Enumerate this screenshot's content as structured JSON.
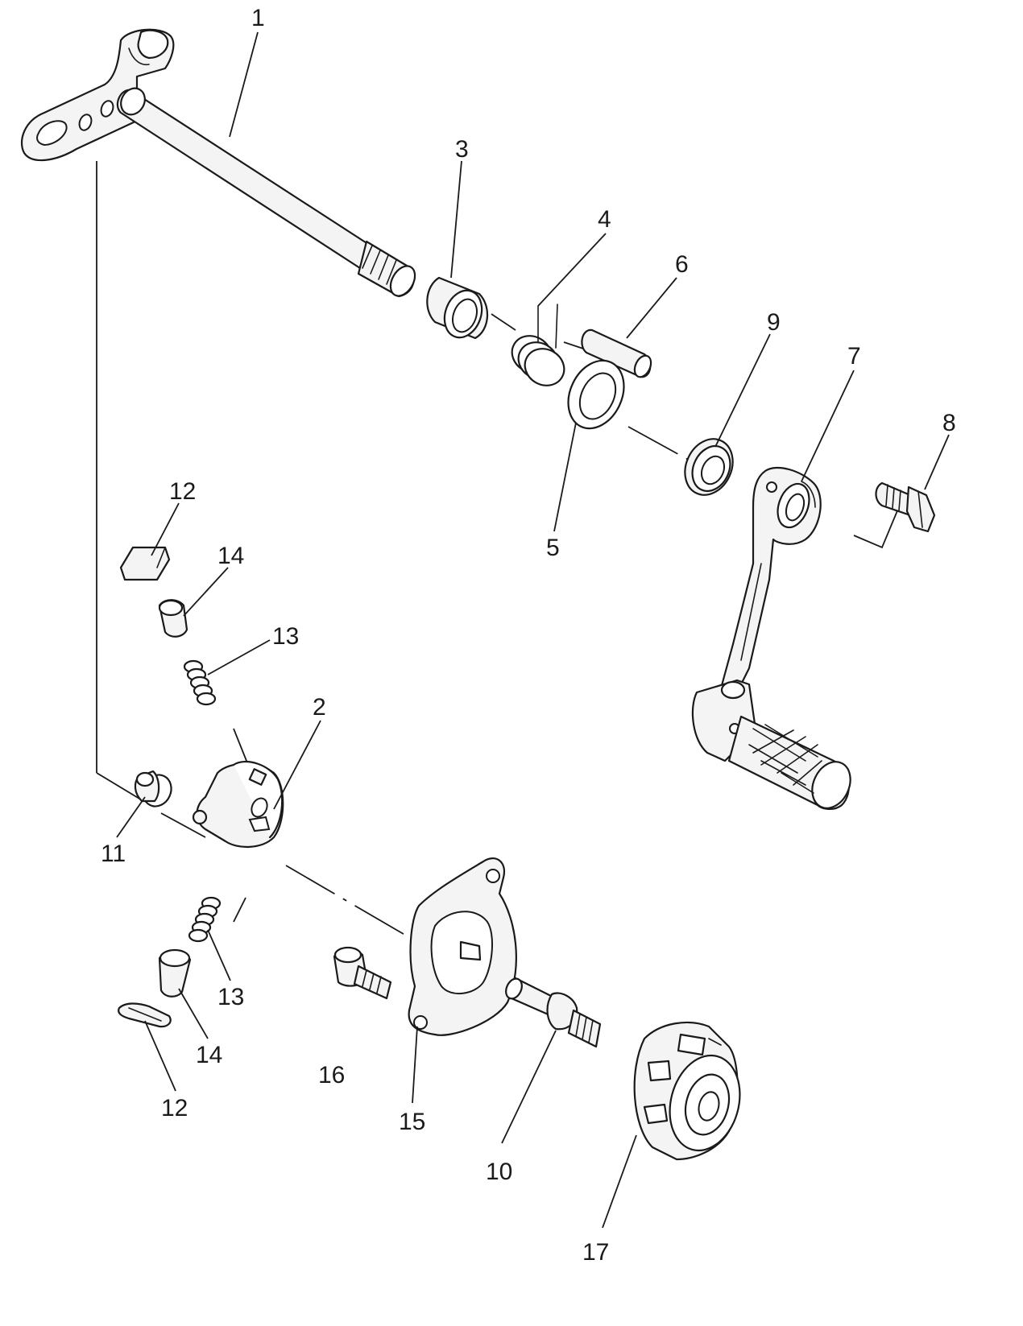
{
  "callouts": {
    "c1": "1",
    "c2": "2",
    "c3": "3",
    "c4": "4",
    "c5": "5",
    "c6": "6",
    "c7": "7",
    "c8": "8",
    "c9": "9",
    "c10": "10",
    "c11": "11",
    "c12a": "12",
    "c12b": "12",
    "c13a": "13",
    "c13b": "13",
    "c14a": "14",
    "c14b": "14",
    "c15": "15",
    "c16": "16",
    "c17": "17"
  },
  "colors": {
    "ink": "#1a1a1a",
    "paper": "#ffffff"
  }
}
